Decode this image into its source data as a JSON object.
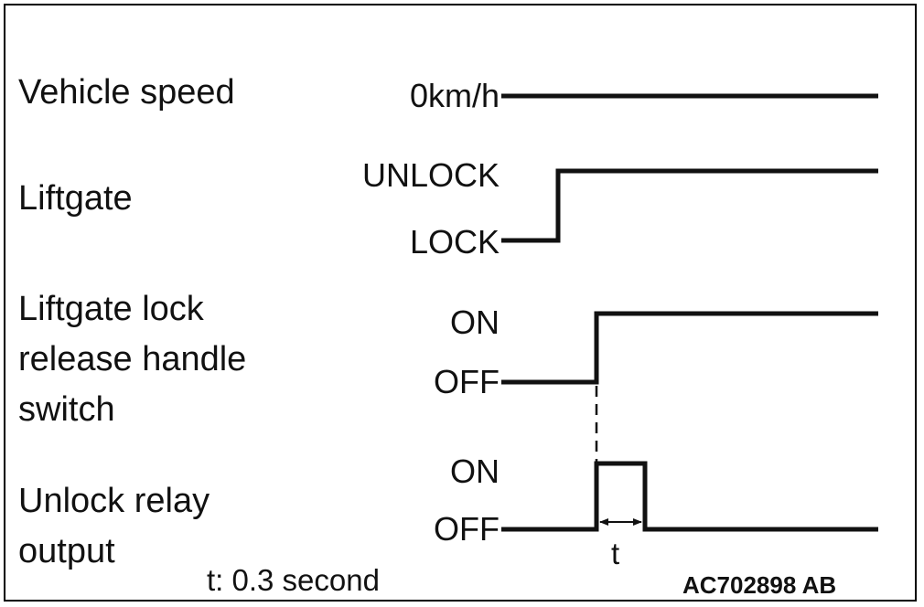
{
  "signals": {
    "vehicle_speed": {
      "name": "Vehicle speed",
      "level_label": "0km/h"
    },
    "liftgate": {
      "name": "Liftgate",
      "high_label": "UNLOCK",
      "low_label": "LOCK"
    },
    "handle_switch": {
      "name_line1": "Liftgate lock",
      "name_line2": "release handle",
      "name_line3": "switch",
      "high_label": "ON",
      "low_label": "OFF"
    },
    "unlock_relay": {
      "name_line1": "Unlock relay",
      "name_line2": "output",
      "high_label": "ON",
      "low_label": "OFF"
    }
  },
  "pulse_width_label": "t",
  "footnote": "t: 0.3 second",
  "figure_code": "AC702898 AB"
}
